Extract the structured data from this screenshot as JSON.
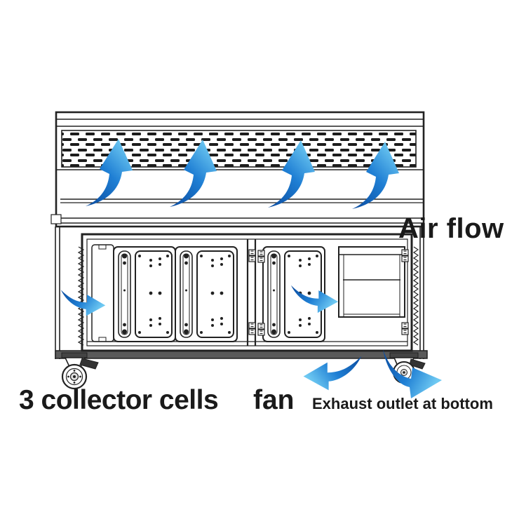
{
  "diagram": {
    "type": "technical-illustration",
    "subject": "dust collector cabinet airflow",
    "labels": {
      "air_flow": "Air flow",
      "collector_cells": "3 collector cells",
      "fan": "fan",
      "exhaust_outlet": "Exhaust outlet at bottom"
    },
    "arrows": {
      "top_outflow_count": 4,
      "top_outflow_direction": "up",
      "inlet_direction": "right",
      "fan_inlet_direction": "right",
      "exhaust_directions": [
        "left",
        "right"
      ]
    },
    "colors": {
      "background": "#ffffff",
      "line": "#222222",
      "text": "#1a1a1a",
      "base_bar": "#5a5a5a",
      "arrow_dark": "#0a4a9e",
      "arrow_mid": "#1f7fd4",
      "arrow_light": "#6ec9f2"
    }
  }
}
